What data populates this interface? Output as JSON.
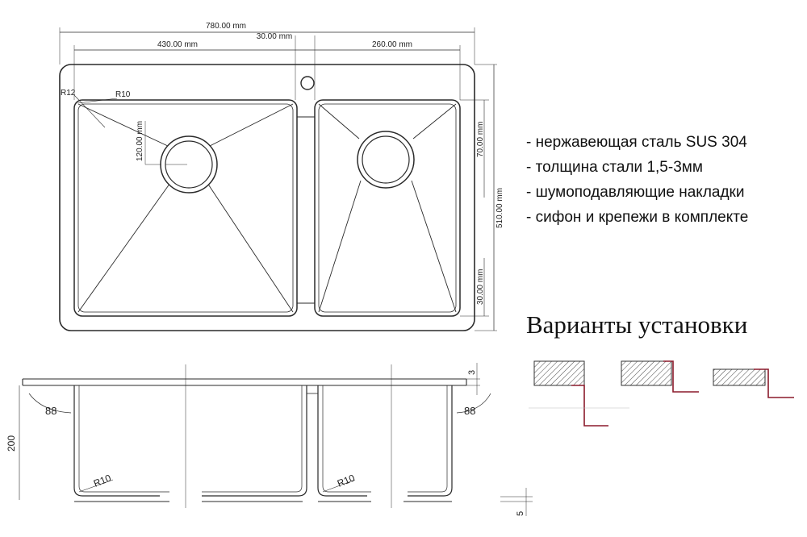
{
  "dimensions": {
    "overall_width": "780.00 mm",
    "left_bowl_width": "430.00 mm",
    "divider_width": "30.00 mm",
    "right_bowl_width": "260.00 mm",
    "top_margin": "70.00 mm",
    "overall_depth": "510.00 mm",
    "bottom_margin": "30.00 mm",
    "drain_offset": "120.00 mm",
    "outer_radius": "R12",
    "inner_radius": "R10"
  },
  "section": {
    "height": "200",
    "rim_thickness": "3",
    "angle_left": "88",
    "angle_right": "88",
    "radius_left": "R10",
    "radius_right": "R10",
    "bottom_gap": "5"
  },
  "features": [
    "- нержавеющая сталь SUS 304",
    "- толщина стали 1,5-3мм",
    "- шумоподавляющие накладки",
    "- сифон и крепежи в комплекте"
  ],
  "variants_title": "Варианты установки",
  "colors": {
    "line": "#2a2a2a",
    "accent": "#8b1a2b",
    "hatch": "#555555"
  }
}
